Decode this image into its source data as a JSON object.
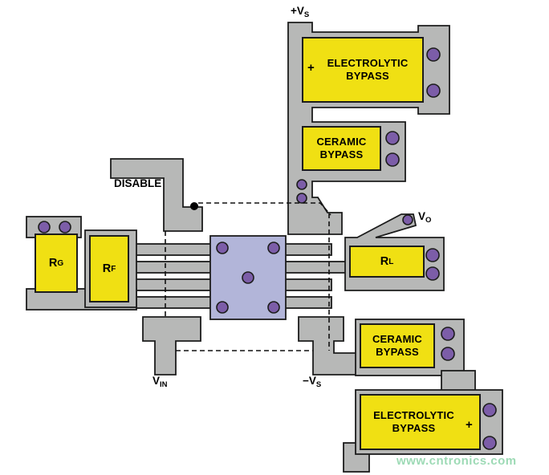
{
  "diagram_title": "PCB layout diagram with bypass capacitors",
  "colors": {
    "copper": "#b7b8b7",
    "component": "#f0e013",
    "via": "#7c5da8",
    "ic": "#b2b5d9",
    "outline": "#1c1c1c",
    "watermark": "#93d6ae"
  },
  "labels": {
    "vs_plus": {
      "pre": "+",
      "main": "V",
      "sub": "S"
    },
    "vs_minus": {
      "pre": "−",
      "main": "V",
      "sub": "S"
    },
    "v_in": {
      "pre": "",
      "main": "V",
      "sub": "IN"
    },
    "v_out": {
      "pre": "",
      "main": "V",
      "sub": "O"
    },
    "disable": "DISABLE",
    "r_gain": {
      "main": "R",
      "sub": "G"
    },
    "r_feedback": {
      "main": "R",
      "sub": "F"
    },
    "r_load": {
      "main": "R",
      "sub": "L"
    }
  },
  "components": {
    "electrolytic_top": {
      "line1": "ELECTROLYTIC",
      "line2": "BYPASS",
      "polarity": "+"
    },
    "ceramic_top": {
      "line1": "CERAMIC",
      "line2": "BYPASS"
    },
    "ceramic_bottom": {
      "line1": "CERAMIC",
      "line2": "BYPASS"
    },
    "electrolytic_bottom": {
      "line1": "ELECTROLYTIC",
      "line2": "BYPASS",
      "polarity": "+"
    }
  },
  "watermark": "www.cntronics.com"
}
